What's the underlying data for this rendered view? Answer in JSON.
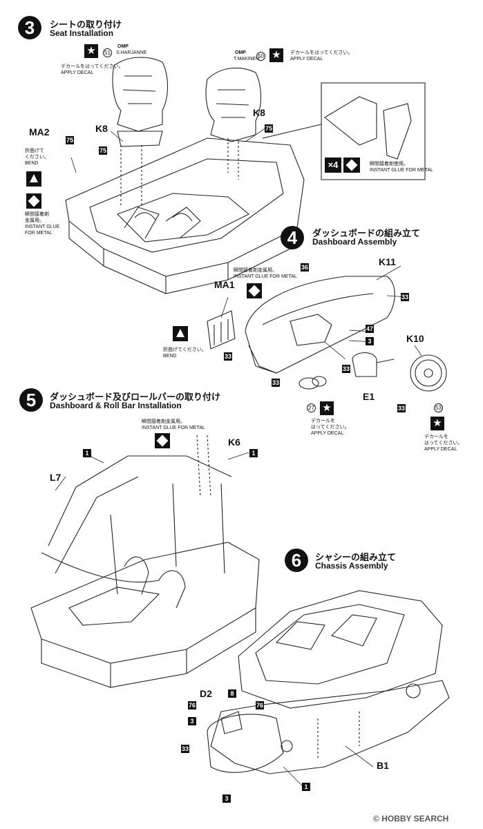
{
  "steps": [
    {
      "num": "3",
      "title_jp": "シートの取り付け",
      "title_en": "Seat Installation"
    },
    {
      "num": "4",
      "title_jp": "ダッシュボードの組み立て",
      "title_en": "Dashboard Assembly"
    },
    {
      "num": "5",
      "title_jp": "ダッシュボード及びロールバーの取り付け",
      "title_en": "Dashboard & Roll Bar Installation"
    },
    {
      "num": "6",
      "title_jp": "シャシーの組み立て",
      "title_en": "Chassis Assembly"
    }
  ],
  "notes": {
    "apply_decal_jp": "デカールをはってください。",
    "apply_decal_en": "APPLY DECAL",
    "decal_jp_1": "デカールを",
    "decal_jp_2": "はってください。",
    "glue_jp": "瞬間接着剤使用。",
    "glue_en": "INSTANT GLUE FOR METAL",
    "glue_jp_alt": "瞬間接着剤金属用。",
    "glue_jp_a": "瞬間接着剤",
    "glue_jp_b": "金属用。",
    "glue_en_a": "INSTANT GLUE",
    "glue_en_b": "FOR METAL",
    "bend_jp_1": "折曲げて",
    "bend_jp_2": "ください。",
    "bend_en": "BEND",
    "bend_jp_line": "折曲げてください。",
    "times4": "×4"
  },
  "parts": {
    "K8": "K8",
    "MA2": "MA2",
    "MA1": "MA1",
    "K11": "K11",
    "K10": "K10",
    "E1": "E1",
    "K6": "K6",
    "L7": "L7",
    "D2": "D2",
    "B1": "B1"
  },
  "part_numbers": {
    "n75": "75",
    "n33": "33",
    "n36": "36",
    "n47": "47",
    "n3": "3",
    "n1": "1",
    "n8": "8",
    "n76": "76",
    "c51": "51",
    "c50": "50",
    "c27": "27",
    "c53": "53"
  },
  "seat_labels": {
    "left_brand": "OMP",
    "left_name": "S.HARJANNE",
    "right_brand": "OMP",
    "right_name": "T.MAKINEN"
  },
  "watermark": {
    "brand": "HOBBY SEARCH",
    "copyright": "©"
  }
}
